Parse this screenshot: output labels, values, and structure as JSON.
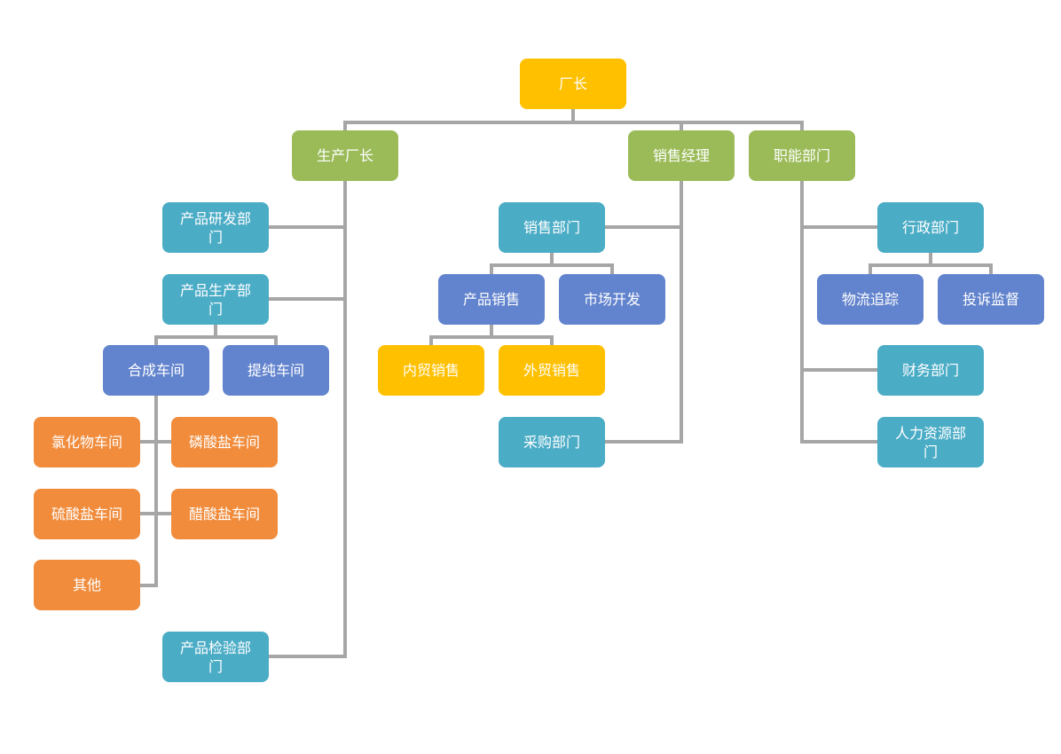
{
  "colors": {
    "line": "#a6a6a6",
    "yellow": "#ffc000",
    "green": "#9bbb59",
    "teal": "#4bacc6",
    "blue": "#6283cd",
    "orange": "#f08c3c"
  },
  "nodes": {
    "director": "厂长",
    "production_director": "生产厂长",
    "sales_manager": "销售经理",
    "functional_dept": "职能部门",
    "rnd_dept": "产品研发部门",
    "production_dept": "产品生产部门",
    "synthesis_workshop": "合成车间",
    "extraction_workshop": "提纯车间",
    "chloride_workshop": "氯化物车间",
    "phosphate_workshop": "磷酸盐车间",
    "sulfate_workshop": "硫酸盐车间",
    "acetate_workshop": "醋酸盐车间",
    "other": "其他",
    "inspection_dept": "产品检验部门",
    "sales_dept": "销售部门",
    "product_sales": "产品销售",
    "market_development": "市场开发",
    "domestic_sales": "内贸销售",
    "foreign_sales": "外贸销售",
    "purchasing_dept": "采购部门",
    "admin_dept": "行政部门",
    "logistics_tracking": "物流追踪",
    "complaint_supervision": "投诉监督",
    "finance_dept": "财务部门",
    "hr_dept": "人力资源部门"
  }
}
